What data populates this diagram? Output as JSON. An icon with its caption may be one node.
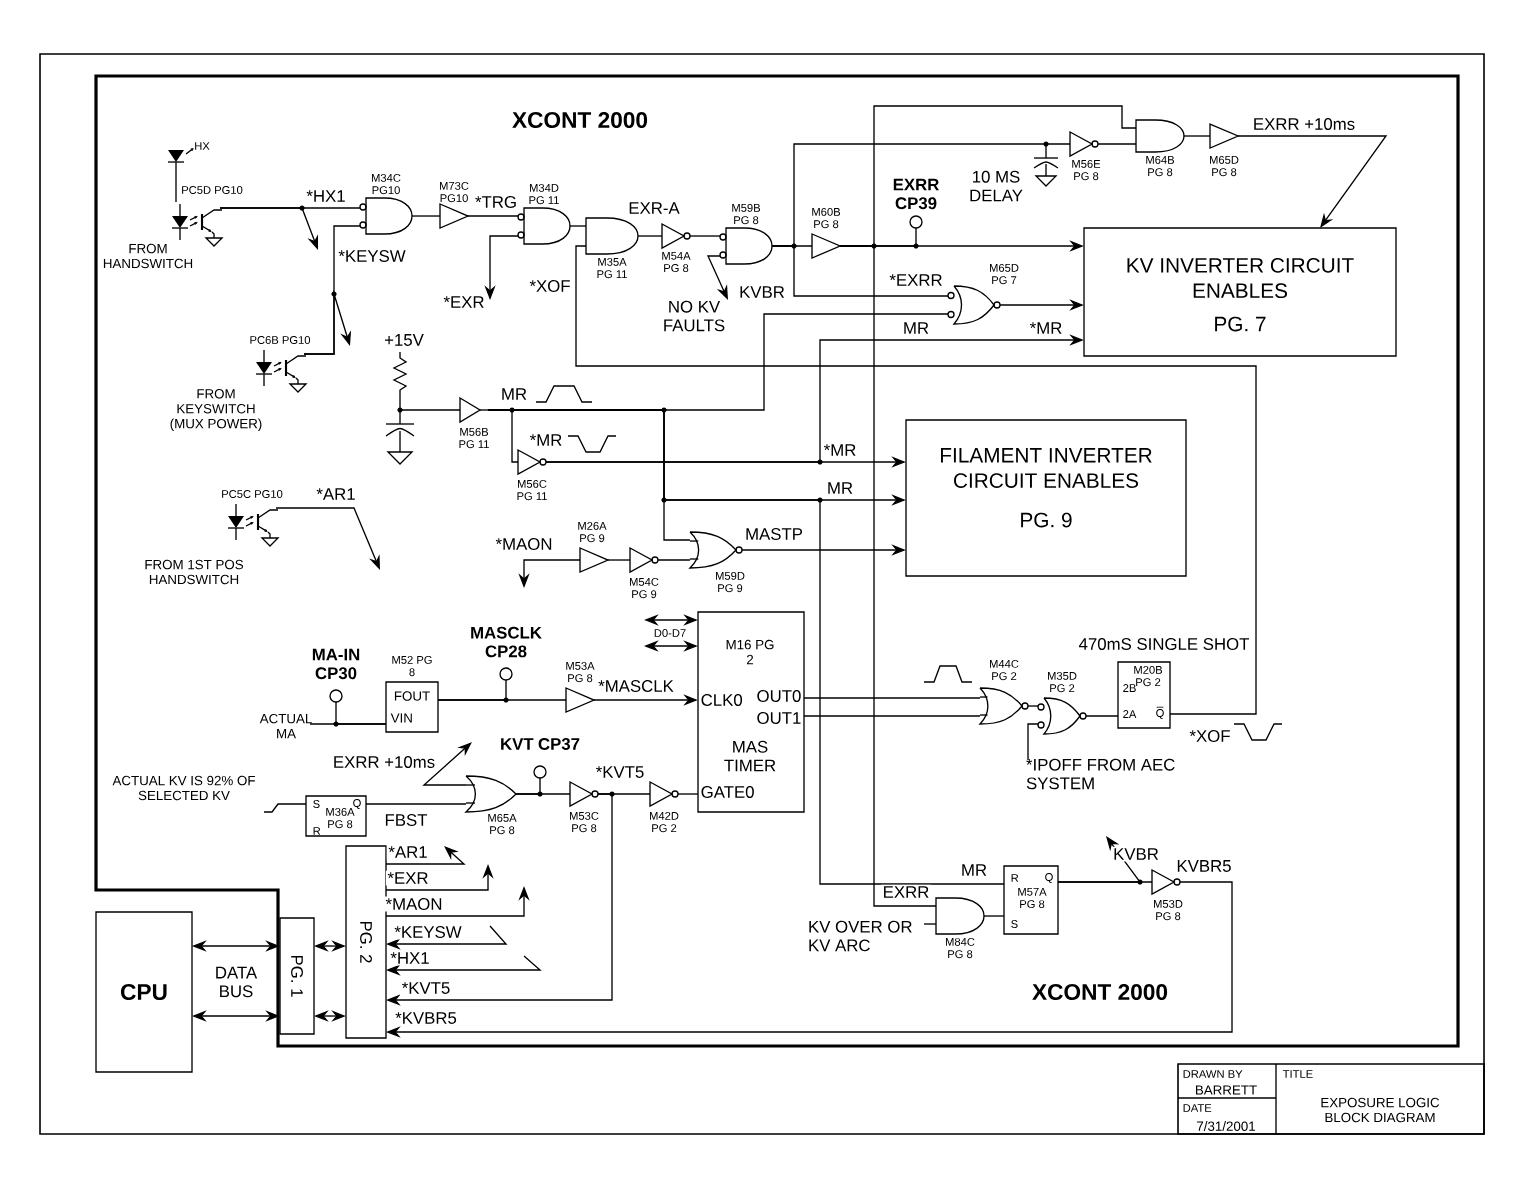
{
  "diagram": {
    "nodes": [
      {
        "text": [],
        "shape": "optocoupler",
        "beside": [
          "PC5D PG10",
          "FROM HANDSWITCH"
        ]
      },
      {
        "text": [
          "M34C PG10"
        ]
      },
      {
        "text": [
          "M73C PG10"
        ]
      },
      {
        "text": [
          "M34D PG 11"
        ]
      },
      {
        "text": [
          "M35A PG 11"
        ]
      },
      {
        "text": [
          "M54A PG 8"
        ]
      },
      {
        "text": [
          "M59B PG 8"
        ]
      },
      {
        "text": [
          "M60B PG 8"
        ]
      },
      {
        "text": [],
        "shape": "circle",
        "beside": [
          "EXRR CP39"
        ]
      },
      {
        "text": [
          "M56E PG 8"
        ]
      },
      {
        "text": [
          "M64B PG 8"
        ]
      },
      {
        "text": [
          "M65D PG 8"
        ]
      },
      {
        "text": [
          "KV INVERTER CIRCUIT ENABLES",
          "PG. 7"
        ]
      },
      {
        "text": [
          "M65D PG 7"
        ]
      },
      {
        "text": [],
        "shape": "optocoupler",
        "beside": [
          "PC6B PG10",
          "FROM KEYSWITCH (MUX POWER)"
        ]
      },
      {
        "text": [
          "M56B PG 11"
        ]
      },
      {
        "text": [
          "M56C PG 11"
        ]
      },
      {
        "text": [
          "FILAMENT INVERTER CIRCUIT ENABLES",
          "PG. 9"
        ]
      },
      {
        "text": [],
        "shape": "optocoupler",
        "beside": [
          "PC5C PG10",
          "FROM 1ST POS HANDSWITCH"
        ]
      },
      {
        "text": [
          "M26A PG 9"
        ]
      },
      {
        "text": [
          "M54C PG 9"
        ]
      },
      {
        "text": [
          "M59D PG 9"
        ]
      },
      {
        "text": [],
        "shape": "circle",
        "beside": [
          "MA-IN CP30"
        ]
      },
      {
        "text": [
          "M52 PG 8",
          "FOUT",
          "VIN"
        ]
      },
      {
        "text": [],
        "shape": "circle",
        "beside": [
          "MASCLK CP28"
        ]
      },
      {
        "text": [
          "M53A PG 8"
        ]
      },
      {
        "text": [
          "M16 PG 2",
          "CLK0",
          "OUT0",
          "OUT1",
          "MAS TIMER",
          "GATE0"
        ]
      },
      {
        "text": [
          "M44C PG 2"
        ]
      },
      {
        "text": [
          "M35D PG 2"
        ]
      },
      {
        "text": [
          "M20B PG 2",
          "2B",
          "2A",
          "Q"
        ]
      },
      {
        "text": [
          "S",
          "Q",
          "M36A PG 8",
          "R"
        ]
      },
      {
        "text": [
          "M65A PG 8"
        ]
      },
      {
        "text": [],
        "shape": "circle",
        "beside": [
          "KVT CP37"
        ]
      },
      {
        "text": [
          "M53C PG 8"
        ]
      },
      {
        "text": [
          "M42D PG 2"
        ]
      },
      {
        "text": [
          "CPU"
        ]
      },
      {
        "text": [
          "PG. 1"
        ]
      },
      {
        "text": [
          "PG. 2"
        ]
      },
      {
        "text": [
          "M84C PG 8"
        ]
      },
      {
        "text": [
          "R",
          "Q",
          "M57A PG 8",
          "S"
        ]
      },
      {
        "text": [
          "M53D PG 8"
        ]
      },
      {
        "text": [
          "NO KV FAULTS"
        ]
      },
      {
        "text": [
          "ACTUAL MA"
        ]
      },
      {
        "text": [
          "D0-D7"
        ]
      },
      {
        "text": [
          "*IPOFF FROM AEC SYSTEM"
        ]
      },
      {
        "text": [
          "KV OVER OR KV ARC"
        ]
      },
      {
        "text": [
          "ACTUAL KV IS 92% OF SELECTED KV"
        ]
      }
    ],
    "edges": [
      {
        "from": 0,
        "to": 1,
        "arrow": "none",
        "label": "*HX1"
      },
      {
        "from": 0,
        "to": null,
        "arrow": "to"
      },
      {
        "from": 14,
        "to": 1,
        "arrow": "none",
        "label": "*KEYSW"
      },
      {
        "from": 14,
        "to": null,
        "arrow": "to"
      },
      {
        "from": 1,
        "to": 2,
        "arrow": "none"
      },
      {
        "from": 2,
        "to": 3,
        "arrow": "none",
        "label": "*TRG"
      },
      {
        "from": 3,
        "to": null,
        "arrow": "to",
        "label": "*EXR"
      },
      {
        "from": 3,
        "to": 4,
        "arrow": "none"
      },
      {
        "from": 4,
        "to": 5,
        "arrow": "none",
        "label": "EXR-A"
      },
      {
        "from": 5,
        "to": 6,
        "arrow": "none"
      },
      {
        "from": 6,
        "to": 41,
        "arrow": "to",
        "label": "KVBR"
      },
      {
        "from": 6,
        "to": 7,
        "arrow": "none"
      },
      {
        "from": 6,
        "to": 9,
        "arrow": "none"
      },
      {
        "from": 6,
        "to": 13,
        "arrow": "none",
        "label": "*EXRR"
      },
      {
        "from": 7,
        "to": 8,
        "arrow": "none"
      },
      {
        "from": 7,
        "to": 12,
        "arrow": "to"
      },
      {
        "from": 7,
        "to": 10,
        "arrow": "none"
      },
      {
        "from": 7,
        "to": 38,
        "arrow": "none",
        "label": "EXRR"
      },
      {
        "from": 9,
        "to": 10,
        "arrow": "none"
      },
      {
        "from": 10,
        "to": 11,
        "arrow": "none"
      },
      {
        "from": 11,
        "to": 12,
        "arrow": "to",
        "label": "EXRR +10ms"
      },
      {
        "from": 13,
        "to": 12,
        "arrow": "to"
      },
      {
        "from": 15,
        "to": 16,
        "arrow": "none"
      },
      {
        "from": 15,
        "to": 13,
        "arrow": "none",
        "label": "MR"
      },
      {
        "from": 15,
        "to": 17,
        "arrow": "to",
        "label": "MR"
      },
      {
        "from": 15,
        "to": 21,
        "arrow": "none"
      },
      {
        "from": 15,
        "to": 39,
        "arrow": "none",
        "label": "MR"
      },
      {
        "from": 16,
        "to": 17,
        "arrow": "to",
        "label": "*MR"
      },
      {
        "from": 16,
        "to": 12,
        "arrow": "to",
        "label": "*MR"
      },
      {
        "from": 18,
        "to": null,
        "arrow": "to",
        "label": "*AR1"
      },
      {
        "from": 19,
        "to": null,
        "arrow": "to",
        "label": "*MAON"
      },
      {
        "from": 19,
        "to": 20,
        "arrow": "none"
      },
      {
        "from": 20,
        "to": 21,
        "arrow": "none"
      },
      {
        "from": 21,
        "to": 17,
        "arrow": "to",
        "label": "MASTP"
      },
      {
        "from": 22,
        "to": 23,
        "arrow": "none"
      },
      {
        "from": 42,
        "to": 23,
        "arrow": "none"
      },
      {
        "from": 23,
        "to": 24,
        "arrow": "none"
      },
      {
        "from": 23,
        "to": 25,
        "arrow": "none"
      },
      {
        "from": 25,
        "to": 26,
        "arrow": "to",
        "label": "*MASCLK"
      },
      {
        "from": 43,
        "to": 26,
        "arrow": "both"
      },
      {
        "from": 43,
        "to": 26,
        "arrow": "both"
      },
      {
        "from": 26,
        "to": 27,
        "arrow": "none"
      },
      {
        "from": 26,
        "to": 27,
        "arrow": "none"
      },
      {
        "from": 27,
        "to": 28,
        "arrow": "none"
      },
      {
        "from": 44,
        "to": 28,
        "arrow": "none"
      },
      {
        "from": 28,
        "to": 29,
        "arrow": "none"
      },
      {
        "from": 29,
        "to": 4,
        "arrow": "none",
        "label": "*XOF"
      },
      {
        "from": 46,
        "to": 30,
        "arrow": "none"
      },
      {
        "from": 30,
        "to": 31,
        "arrow": "none",
        "label": "FBST"
      },
      {
        "from": 31,
        "to": null,
        "arrow": "to",
        "label": "EXRR +10ms"
      },
      {
        "from": 31,
        "to": 32,
        "arrow": "none"
      },
      {
        "from": 31,
        "to": 33,
        "arrow": "none"
      },
      {
        "from": 33,
        "to": 34,
        "arrow": "none",
        "label": "*KVT5"
      },
      {
        "from": 33,
        "to": 37,
        "arrow": "to",
        "label": "*KVT5"
      },
      {
        "from": 34,
        "to": 26,
        "arrow": "none"
      },
      {
        "from": 35,
        "to": 36,
        "arrow": "both"
      },
      {
        "from": 35,
        "to": 36,
        "arrow": "both"
      },
      {
        "from": 36,
        "to": 37,
        "arrow": "both"
      },
      {
        "from": 36,
        "to": 37,
        "arrow": "both"
      },
      {
        "from": 37,
        "to": null,
        "arrow": "to",
        "label": "*AR1"
      },
      {
        "from": 37,
        "to": null,
        "arrow": "to",
        "label": "*EXR"
      },
      {
        "from": 37,
        "to": null,
        "arrow": "to",
        "label": "*MAON"
      },
      {
        "from": null,
        "to": 37,
        "arrow": "to",
        "label": "*KEYSW"
      },
      {
        "from": null,
        "to": 37,
        "arrow": "to",
        "label": "*HX1"
      },
      {
        "from": 45,
        "to": 38,
        "arrow": "none"
      },
      {
        "from": 38,
        "to": 39,
        "arrow": "none"
      },
      {
        "from": 39,
        "to": 40,
        "arrow": "none"
      },
      {
        "from": 39,
        "to": null,
        "arrow": "to",
        "label": "KVBR"
      },
      {
        "from": 40,
        "to": 37,
        "arrow": "to",
        "label": "*KVBR5"
      }
    ],
    "labels": [
      "XCONT 2000",
      "HX",
      "*XOF",
      "10 MS DELAY",
      "+15V",
      "MR",
      "*MR",
      "470mS SINGLE SHOT",
      "KVBR5",
      "DATA BUS",
      "XCONT 2000",
      "DRAWN BY",
      "BARRETT",
      "TITLE",
      "EXPOSURE LOGIC BLOCK DIAGRAM",
      "DATE",
      "7/31/2001"
    ]
  }
}
